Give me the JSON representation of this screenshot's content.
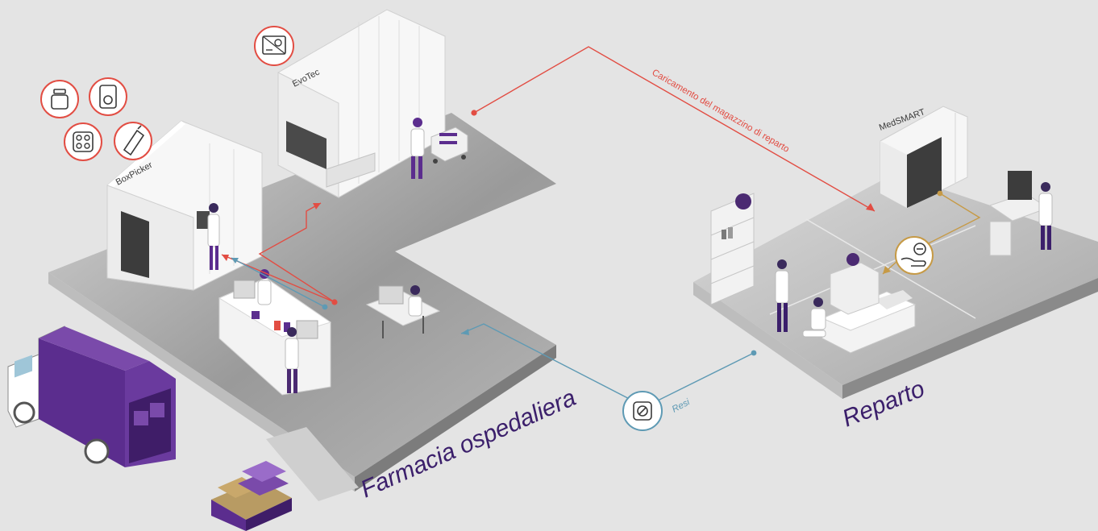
{
  "labels": {
    "boxpicker": "BoxPicker",
    "evotec": "EvoTec",
    "medsmart": "MedSMART",
    "farmacia": "Farmacia ospedaliera",
    "reparto": "Reparto",
    "caricamento": "Caricamento del magazzino di reparto",
    "resi": "Resi"
  },
  "icons": {
    "top_left": [
      "bottle-icon",
      "pill-pack-icon",
      "blister-icon",
      "tube-icon"
    ],
    "evotec": "dispensing-machine-icon",
    "reparto": "hand-pill-icon",
    "resi": "no-return-icon"
  },
  "colors": {
    "background": "#e4e4e4",
    "floor": "#9c9c9c",
    "floor_light": "#c8c8c8",
    "purple": "#5b2d8e",
    "red_flow": "#e24d43",
    "blue_flow": "#5e9ab4",
    "gold_flow": "#c69a46",
    "area_text": "#3b1f6b"
  }
}
